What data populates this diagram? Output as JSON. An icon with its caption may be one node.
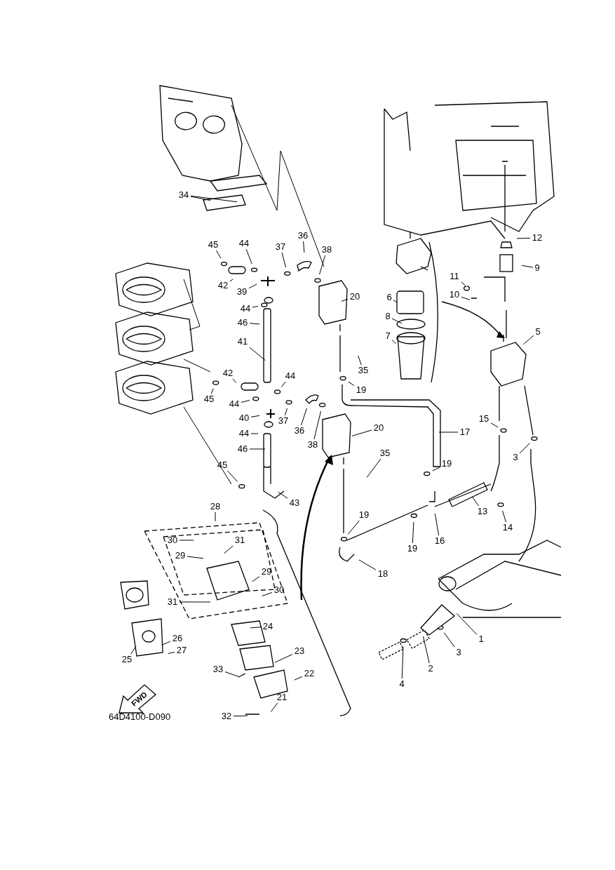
{
  "diagram": {
    "nodes": [
      {
        "text": [
          "34"
        ]
      },
      {
        "text": [
          "45"
        ]
      },
      {
        "text": [
          "44"
        ]
      },
      {
        "text": [
          "37"
        ]
      },
      {
        "text": [
          "36"
        ]
      },
      {
        "text": [
          "38"
        ]
      },
      {
        "text": [
          "12"
        ]
      },
      {
        "text": [
          "9"
        ]
      },
      {
        "text": [
          "11"
        ]
      },
      {
        "text": [
          "42"
        ]
      },
      {
        "text": [
          "39"
        ]
      },
      {
        "text": [
          "20"
        ]
      },
      {
        "text": [
          "10"
        ]
      },
      {
        "text": [
          "6"
        ]
      },
      {
        "text": [
          "44"
        ]
      },
      {
        "text": [
          "8"
        ]
      },
      {
        "text": [
          "46"
        ]
      },
      {
        "text": [
          "5"
        ]
      },
      {
        "text": [
          "7"
        ]
      },
      {
        "text": [
          "41"
        ]
      },
      {
        "text": [
          "35"
        ]
      },
      {
        "text": [
          "42"
        ]
      },
      {
        "text": [
          "44"
        ]
      },
      {
        "text": [
          "19"
        ]
      },
      {
        "text": [
          "45"
        ]
      },
      {
        "text": [
          "44"
        ]
      },
      {
        "text": [
          "40"
        ]
      },
      {
        "text": [
          "37"
        ]
      },
      {
        "text": [
          "15"
        ]
      },
      {
        "text": [
          "36"
        ]
      },
      {
        "text": [
          "20"
        ]
      },
      {
        "text": [
          "17"
        ]
      },
      {
        "text": [
          "44"
        ]
      },
      {
        "text": [
          "38"
        ]
      },
      {
        "text": [
          "3"
        ]
      },
      {
        "text": [
          "46"
        ]
      },
      {
        "text": [
          "35"
        ]
      },
      {
        "text": [
          "19"
        ]
      },
      {
        "text": [
          "45"
        ]
      },
      {
        "text": [
          "43"
        ]
      },
      {
        "text": [
          "28"
        ]
      },
      {
        "text": [
          "13"
        ]
      },
      {
        "text": [
          "19"
        ]
      },
      {
        "text": [
          "14"
        ]
      },
      {
        "text": [
          "16"
        ]
      },
      {
        "text": [
          "31"
        ]
      },
      {
        "text": [
          "30"
        ]
      },
      {
        "text": [
          "19"
        ]
      },
      {
        "text": [
          "29"
        ]
      },
      {
        "text": [
          "29"
        ]
      },
      {
        "text": [
          "18"
        ]
      },
      {
        "text": [
          "30"
        ]
      },
      {
        "text": [
          "31"
        ]
      },
      {
        "text": [
          "24"
        ]
      },
      {
        "text": [
          "1"
        ]
      },
      {
        "text": [
          "26"
        ]
      },
      {
        "text": [
          "27"
        ]
      },
      {
        "text": [
          "3"
        ]
      },
      {
        "text": [
          "25"
        ]
      },
      {
        "text": [
          "23"
        ]
      },
      {
        "text": [
          "2"
        ]
      },
      {
        "text": [
          "33"
        ]
      },
      {
        "text": [
          "22"
        ]
      },
      {
        "text": [
          "4"
        ]
      },
      {
        "text": [
          "21"
        ]
      },
      {
        "text": [
          "32"
        ]
      },
      {
        "text": [
          "FWD"
        ]
      }
    ],
    "edges": [
      {
        "from": 0,
        "to": null,
        "arrow": "none"
      },
      {
        "from": 0,
        "to": null,
        "arrow": "none"
      },
      {
        "from": 1,
        "to": null,
        "arrow": "none"
      },
      {
        "from": 2,
        "to": null,
        "arrow": "none"
      },
      {
        "from": 3,
        "to": null,
        "arrow": "none"
      },
      {
        "from": 4,
        "to": null,
        "arrow": "none"
      },
      {
        "from": 5,
        "to": null,
        "arrow": "none"
      },
      {
        "from": 6,
        "to": null,
        "arrow": "none"
      },
      {
        "from": 7,
        "to": null,
        "arrow": "none"
      },
      {
        "from": 8,
        "to": null,
        "arrow": "none"
      },
      {
        "from": 9,
        "to": null,
        "arrow": "none"
      },
      {
        "from": 10,
        "to": null,
        "arrow": "none"
      },
      {
        "from": 11,
        "to": null,
        "arrow": "none"
      },
      {
        "from": 12,
        "to": null,
        "arrow": "none"
      },
      {
        "from": 13,
        "to": null,
        "arrow": "none"
      },
      {
        "from": 14,
        "to": null,
        "arrow": "none"
      },
      {
        "from": 15,
        "to": null,
        "arrow": "none"
      },
      {
        "from": 16,
        "to": null,
        "arrow": "none"
      },
      {
        "from": 17,
        "to": null,
        "arrow": "none"
      },
      {
        "from": 18,
        "to": null,
        "arrow": "none"
      },
      {
        "from": 19,
        "to": null,
        "arrow": "none"
      },
      {
        "from": 20,
        "to": null,
        "arrow": "none"
      },
      {
        "from": 21,
        "to": null,
        "arrow": "none"
      },
      {
        "from": 22,
        "to": null,
        "arrow": "none"
      },
      {
        "from": 23,
        "to": null,
        "arrow": "none"
      },
      {
        "from": 24,
        "to": null,
        "arrow": "none"
      },
      {
        "from": 25,
        "to": null,
        "arrow": "none"
      },
      {
        "from": 26,
        "to": null,
        "arrow": "none"
      },
      {
        "from": 27,
        "to": null,
        "arrow": "none"
      },
      {
        "from": 28,
        "to": null,
        "arrow": "none"
      },
      {
        "from": 29,
        "to": null,
        "arrow": "none"
      },
      {
        "from": 30,
        "to": null,
        "arrow": "none"
      },
      {
        "from": 31,
        "to": null,
        "arrow": "none"
      },
      {
        "from": 32,
        "to": null,
        "arrow": "none"
      },
      {
        "from": 33,
        "to": null,
        "arrow": "none"
      },
      {
        "from": 34,
        "to": null,
        "arrow": "none"
      },
      {
        "from": 35,
        "to": null,
        "arrow": "none"
      },
      {
        "from": 36,
        "to": null,
        "arrow": "none"
      },
      {
        "from": 37,
        "to": null,
        "arrow": "none"
      },
      {
        "from": 38,
        "to": null,
        "arrow": "none"
      },
      {
        "from": 39,
        "to": null,
        "arrow": "none"
      },
      {
        "from": 40,
        "to": null,
        "arrow": "none"
      },
      {
        "from": 41,
        "to": null,
        "arrow": "none"
      },
      {
        "from": 42,
        "to": null,
        "arrow": "none"
      },
      {
        "from": 43,
        "to": null,
        "arrow": "none"
      },
      {
        "from": 44,
        "to": null,
        "arrow": "none"
      },
      {
        "from": 45,
        "to": null,
        "arrow": "none"
      },
      {
        "from": 46,
        "to": null,
        "arrow": "none"
      },
      {
        "from": 47,
        "to": null,
        "arrow": "none"
      },
      {
        "from": 48,
        "to": null,
        "arrow": "none"
      },
      {
        "from": 49,
        "to": null,
        "arrow": "none"
      },
      {
        "from": 50,
        "to": null,
        "arrow": "none"
      },
      {
        "from": 51,
        "to": null,
        "arrow": "none"
      },
      {
        "from": 52,
        "to": null,
        "arrow": "none"
      },
      {
        "from": 53,
        "to": null,
        "arrow": "none"
      },
      {
        "from": 54,
        "to": null,
        "arrow": "none"
      },
      {
        "from": 55,
        "to": null,
        "arrow": "none"
      },
      {
        "from": 56,
        "to": null,
        "arrow": "none"
      },
      {
        "from": 57,
        "to": null,
        "arrow": "none"
      },
      {
        "from": 58,
        "to": null,
        "arrow": "none"
      },
      {
        "from": 59,
        "to": null,
        "arrow": "none"
      },
      {
        "from": 60,
        "to": null,
        "arrow": "none"
      },
      {
        "from": 61,
        "to": null,
        "arrow": "none"
      },
      {
        "from": 62,
        "to": null,
        "arrow": "none"
      },
      {
        "from": 63,
        "to": null,
        "arrow": "none"
      },
      {
        "from": 64,
        "to": null,
        "arrow": "none"
      },
      {
        "from": 65,
        "to": null,
        "arrow": "none"
      }
    ],
    "labels": [
      "64D4100-D090"
    ]
  }
}
